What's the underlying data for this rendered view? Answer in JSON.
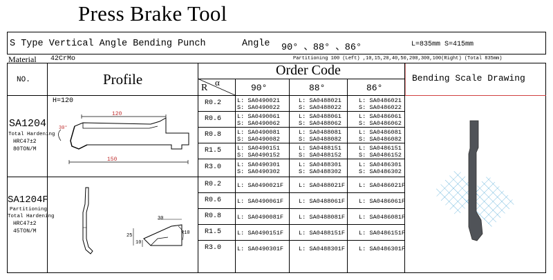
{
  "page": {
    "title": "Press Brake Tool"
  },
  "header": {
    "product": "S Type Vertical Angle Bending Punch",
    "angle_label": "Angle",
    "angle_values": "90° 、88° 、86°",
    "dims": "L=835mm  S=415mm",
    "material_label": "Material",
    "material_value": "42CrMo",
    "partitioning": "Partitioning 100 (Left) ,10,15,20,40,50,200,300,100(Right)  (Total 835mm)"
  },
  "table_header": {
    "no": "NO.",
    "profile": "Profile",
    "order_code": "Order Code",
    "r": "R",
    "alpha": "α",
    "a90": "90°",
    "a88": "88°",
    "a86": "86°",
    "bending": "Bending Scale Drawing"
  },
  "section1": {
    "model": "SA1204",
    "hardening": "Total Hardening",
    "hrc": "HRC47±2",
    "ton": "80TON/M",
    "h_label": "H=120",
    "dim_120": "120",
    "dim_150": "150",
    "dim_30": "30°",
    "rows": [
      {
        "r": "R0.2",
        "c90": [
          "L: SA0490021",
          "S: SA0490022"
        ],
        "c88": [
          "L: SA0488021",
          "S: SA0488022"
        ],
        "c86": [
          "L: SA0486021",
          "S: SA0486022"
        ]
      },
      {
        "r": "R0.6",
        "c90": [
          "L: SA0490061",
          "S: SA0490062"
        ],
        "c88": [
          "L: SA0488061",
          "S: SA0488062"
        ],
        "c86": [
          "L: SA0486061",
          "S: SA0486062"
        ]
      },
      {
        "r": "R0.8",
        "c90": [
          "L: SA0490081",
          "S: SA0490082"
        ],
        "c88": [
          "L: SA0488081",
          "S: SA0488082"
        ],
        "c86": [
          "L: SA0486081",
          "S: SA0486082"
        ]
      },
      {
        "r": "R1.5",
        "c90": [
          "L: SA0490151",
          "S: SA0490152"
        ],
        "c88": [
          "L: SA0488151",
          "S: SA0488152"
        ],
        "c86": [
          "L: SA0486151",
          "S: SA0486152"
        ]
      },
      {
        "r": "R3.0",
        "c90": [
          "L: SA0490301",
          "S: SA0490302"
        ],
        "c88": [
          "L: SA0488301",
          "S: SA0488302"
        ],
        "c86": [
          "L: SA0486301",
          "S: SA0486302"
        ]
      }
    ]
  },
  "section2": {
    "model": "SA1204F",
    "partitioning": "Partitioning",
    "hardening": "Total Hardening",
    "hrc": "HRC47±2",
    "ton": "45TON/M",
    "dim_30": "30",
    "dim_25": "25",
    "dim_10": "10",
    "dim_r": "R10",
    "rows": [
      {
        "r": "R0.2",
        "c90": "L: SA0490021F",
        "c88": "L: SA0488021F",
        "c86": "L: SA0486021F"
      },
      {
        "r": "R0.6",
        "c90": "L: SA0490061F",
        "c88": "L: SA0488061F",
        "c86": "L: SA0486061F"
      },
      {
        "r": "R0.8",
        "c90": "L: SA0490081F",
        "c88": "L: SA0488081F",
        "c86": "L: SA0486081F"
      },
      {
        "r": "R1.5",
        "c90": "L: SA0490151F",
        "c88": "L: SA0488151F",
        "c86": "L: SA0486151F"
      },
      {
        "r": "R3.0",
        "c90": "L: SA0490301F",
        "c88": "L: SA0488301F",
        "c86": "L: SA0486301F"
      }
    ]
  }
}
